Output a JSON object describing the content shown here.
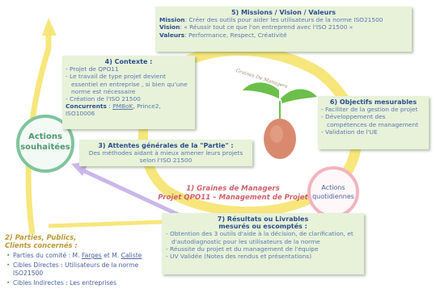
{
  "missions": {
    "title": "5) Missions / Vision / Valeurs",
    "mission_label": "Mission",
    "mission_text": ": Créer des outils pour aider les utilisateurs de la norme ISO21500",
    "vision_label": "Vision",
    "vision_text": ": « Réussir tout ce que l'on entreprend avec l'ISO 21500 »",
    "valeurs_label": "Valeurs",
    "valeurs_text": ": Performance, Respect, Créativité"
  },
  "contexte": {
    "title": "4) Contexte :",
    "items": [
      "Projet de QPO11",
      "Le travail de type projet devient essentiel en entreprise , si bien qu'une norme est nécessaire",
      "Création de l'ISO 21500"
    ],
    "concurrents_label": "Concurrents",
    "concurrents_sep": " : ",
    "concurrents_values": [
      "PMBoK",
      "Prince2",
      "ISO10006"
    ]
  },
  "objectifs": {
    "title": "6) Objectifs mesurables",
    "items": [
      "Faciliter de la gestion de projet",
      "Développement des compétences de management",
      "Validation de l'UE"
    ]
  },
  "attentes": {
    "title": "3) Attentes générales de la \"Partie\" :",
    "text": "Des méthodes aidant à mieux amener leurs projets selon l'ISO 21500"
  },
  "resultats": {
    "title_line1": "7) Résultats ou Livrables",
    "title_line2": "mesurés ou escomptés :",
    "items": [
      "Obtention des 3 outils d'aide à la décision, de clarification, et d'autodiagnostic pour les utilisateurs de la norme",
      "Réussite du projet et du management de l'équipe",
      "UV Validée (Notes des rendus et présentations)"
    ]
  },
  "actions_souhaitees": {
    "line1": "Actions",
    "line2": "souhaitées"
  },
  "actions_quotidiennes": {
    "line1": "Actions",
    "line2": "quotidiennes"
  },
  "center": {
    "logo_text": "Graines De Managers",
    "line1": "1) Graines de Managers",
    "line2": "Projet QPO11 – Management de Projet"
  },
  "parties": {
    "title_line1": "2) Parties, Publics,",
    "title_line2": "Clients concernés :",
    "comite_prefix": "Parties du comité : M. ",
    "comite_name1": "Farges",
    "comite_mid": " et M. ",
    "comite_name2": "Caliste",
    "directes": "Cibles Directes : Utilisateurs de la norme ISO21500",
    "indirectes": "Cibles Indirectes : Les entreprises"
  },
  "colors": {
    "box_bg": "#e7f2d9",
    "title_blue": "#2d4d8e",
    "text_blue": "#5a79ad",
    "arrow_yellow": "#f7e67c",
    "arrow_purple": "#c9b8e8",
    "circle_green": "#7fc49c",
    "circle_pink": "#f2b3c0",
    "center_red": "#d0606a",
    "parties_gold": "#b89a35",
    "bullet_green": "#5fa35f"
  }
}
